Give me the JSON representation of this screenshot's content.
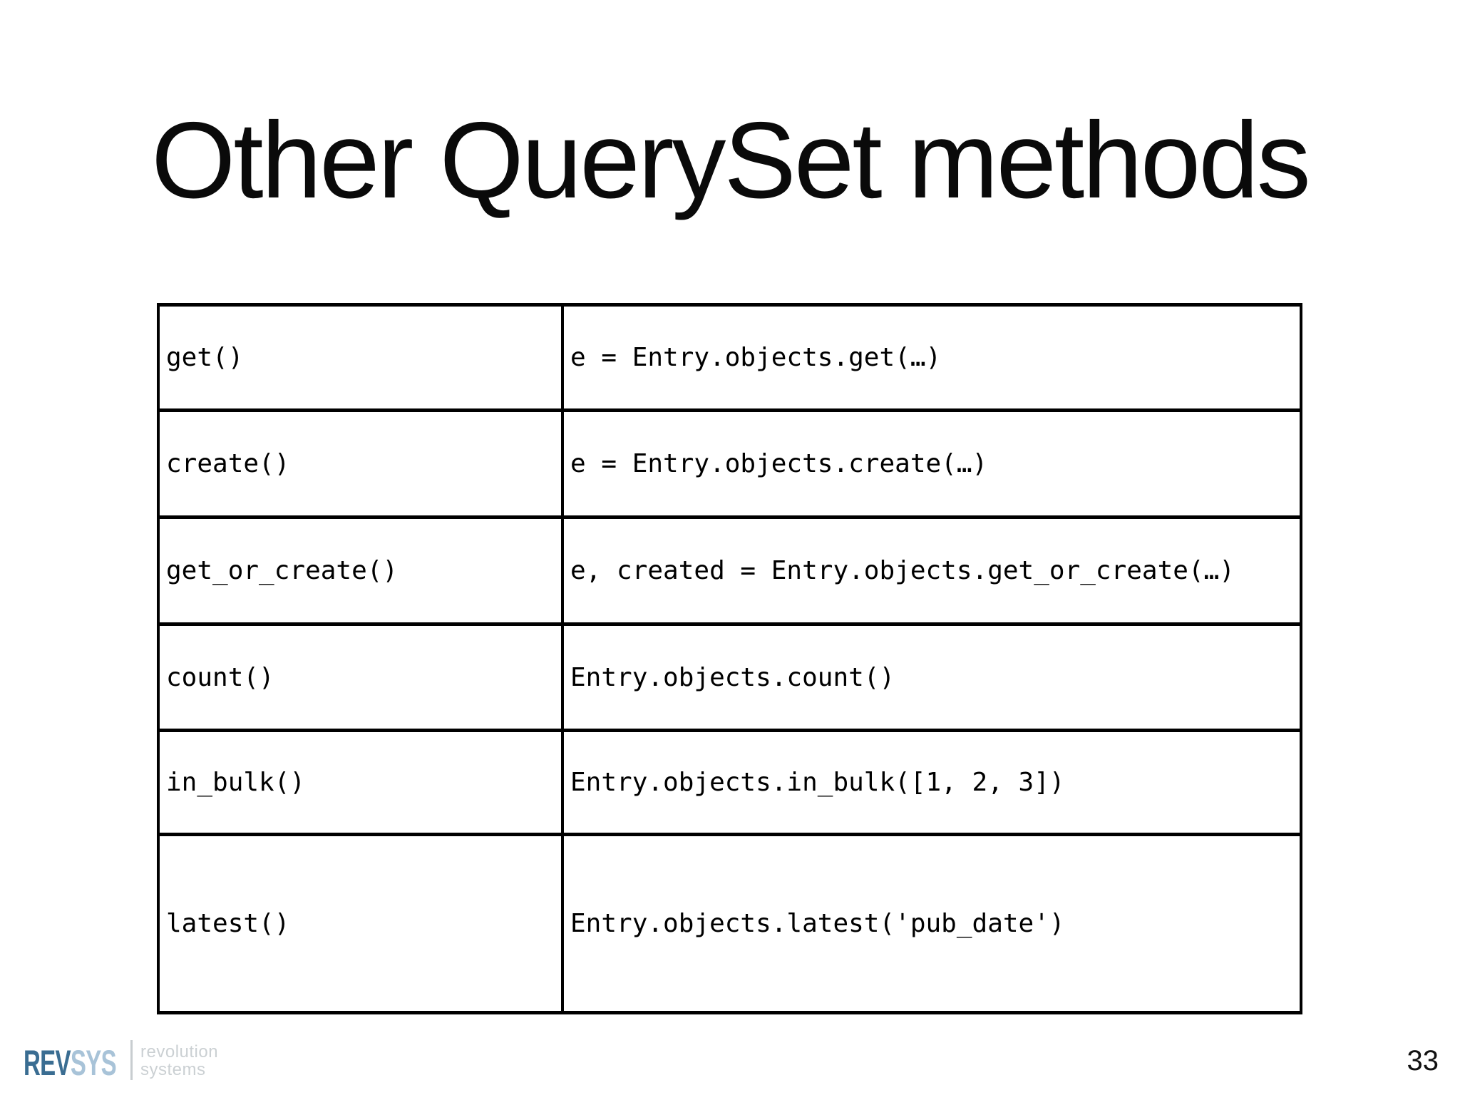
{
  "slide": {
    "title": "Other QuerySet methods",
    "page_number": "33",
    "table": {
      "rows": [
        {
          "method": "get()",
          "example": "e = Entry.objects.get(…)"
        },
        {
          "method": "create()",
          "example": "e = Entry.objects.create(…)"
        },
        {
          "method": "get_or_create()",
          "example": "e, created = Entry.objects.get_or_create(…)"
        },
        {
          "method": "count()",
          "example": "Entry.objects.count()"
        },
        {
          "method": "in_bulk()",
          "example": "Entry.objects.in_bulk([1, 2, 3])"
        },
        {
          "method": "latest()",
          "example": "Entry.objects.latest('pub_date')"
        }
      ]
    },
    "logo": {
      "rev": "REV",
      "sys": "SYS",
      "tagline_line1": "revolution",
      "tagline_line2": "systems",
      "colors": {
        "rev": "#3a6d92",
        "sys": "#a8c3d8",
        "divider": "#c8cdd0",
        "tagline": "#cbd0d3"
      }
    }
  }
}
